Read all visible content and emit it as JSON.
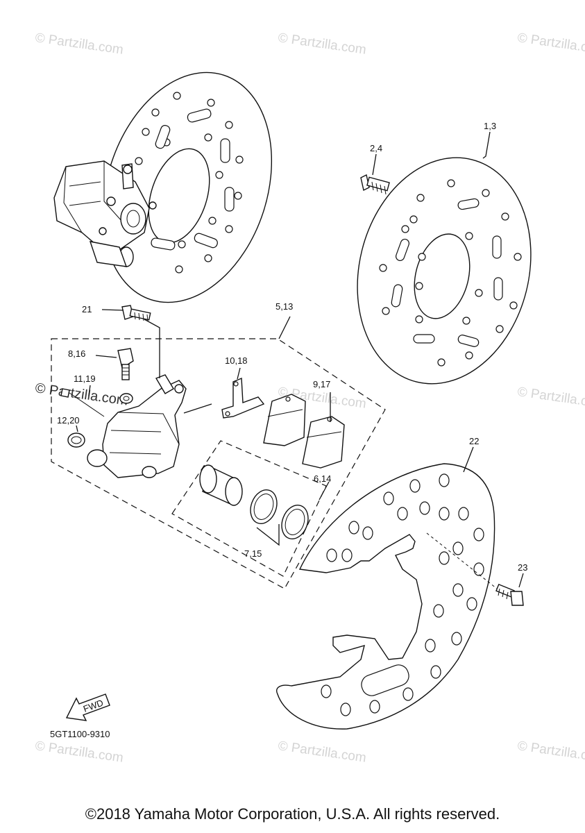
{
  "watermark": "© Partzilla.com",
  "diagram_code": "5GT1100-9310",
  "fwd_label": "FWD",
  "copyright": "©2018 Yamaha Motor Corporation, U.S.A. All rights reserved.",
  "callouts": {
    "c_1_3": "1,3",
    "c_2_4": "2,4",
    "c_21": "21",
    "c_5_13": "5,13",
    "c_8_16": "8,16",
    "c_10_18": "10,18",
    "c_11_19": "11,19",
    "c_9_17": "9,17",
    "c_12_20": "12,20",
    "c_6_14": "6,14",
    "c_7_15": "7,15",
    "c_22": "22",
    "c_23": "23"
  }
}
